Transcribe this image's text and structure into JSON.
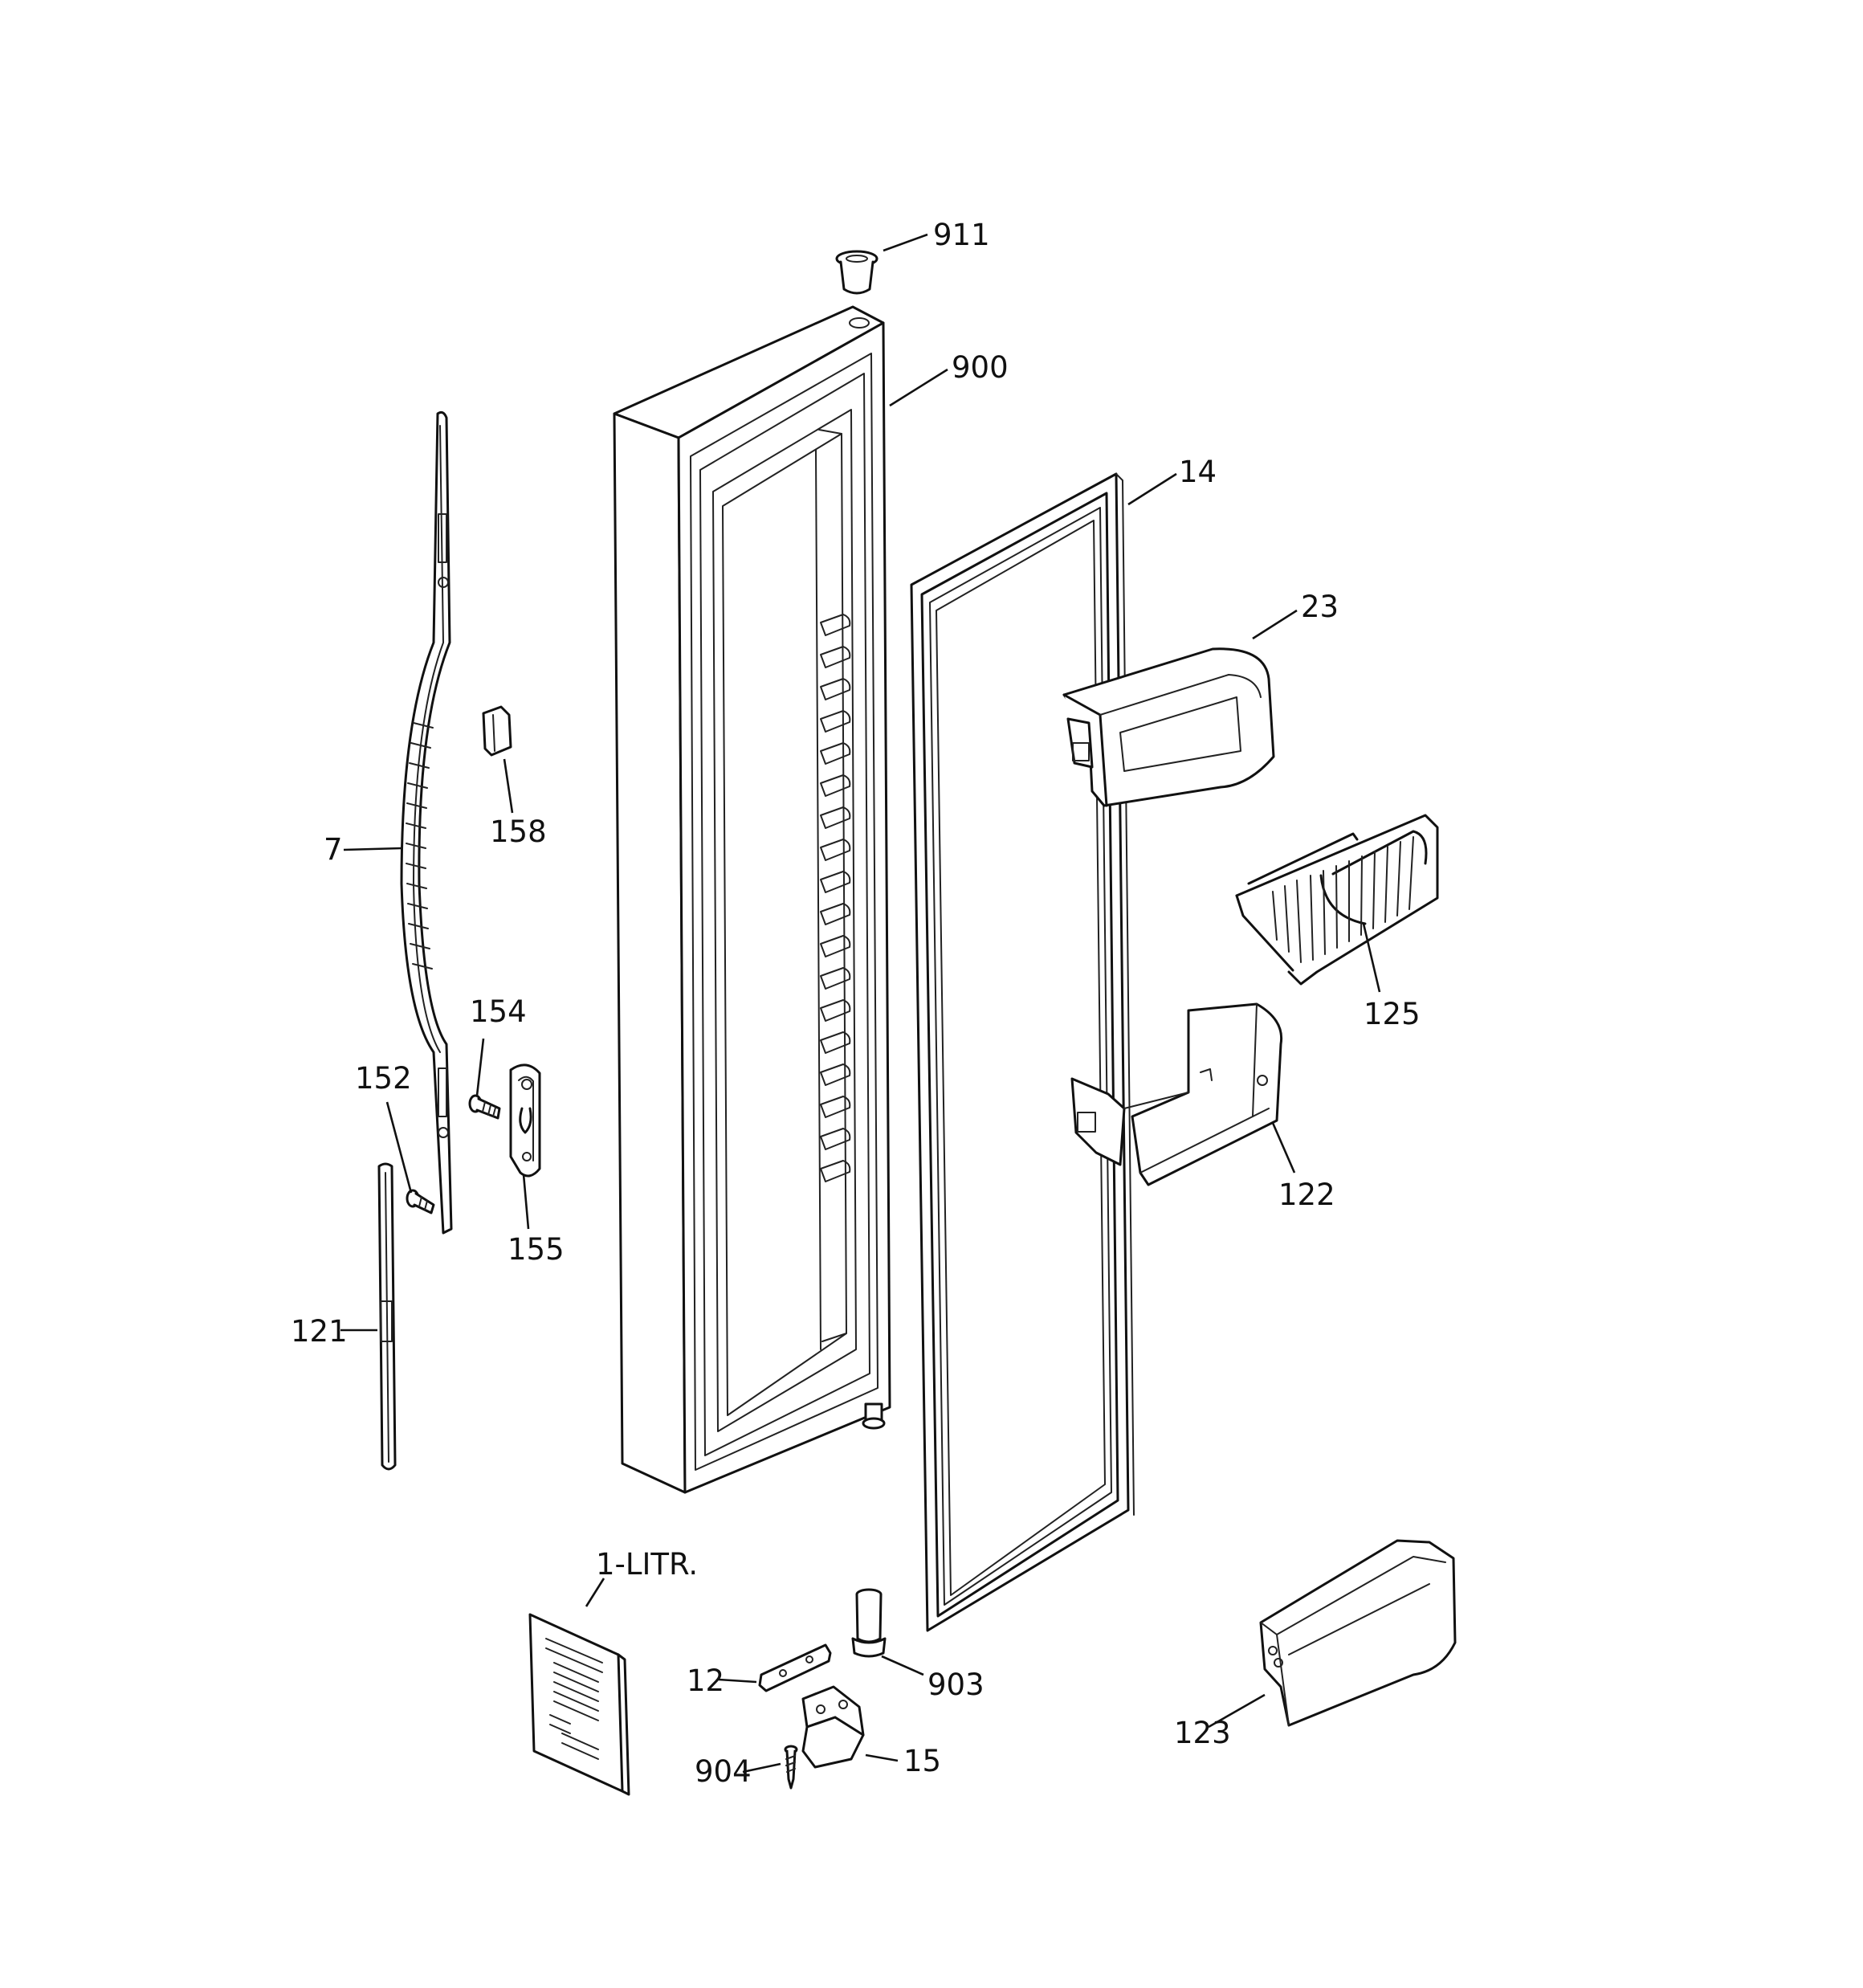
{
  "diagram": {
    "labels": {
      "p911": "911",
      "p900": "900",
      "p14": "14",
      "p23": "23",
      "p158": "158",
      "p7": "7",
      "p125": "125",
      "p154": "154",
      "p152": "152",
      "p155": "155",
      "p122": "122",
      "p121": "121",
      "p1litr": "1-LITR.",
      "p12": "12",
      "p903": "903",
      "p123": "123",
      "p904": "904",
      "p15": "15"
    }
  }
}
